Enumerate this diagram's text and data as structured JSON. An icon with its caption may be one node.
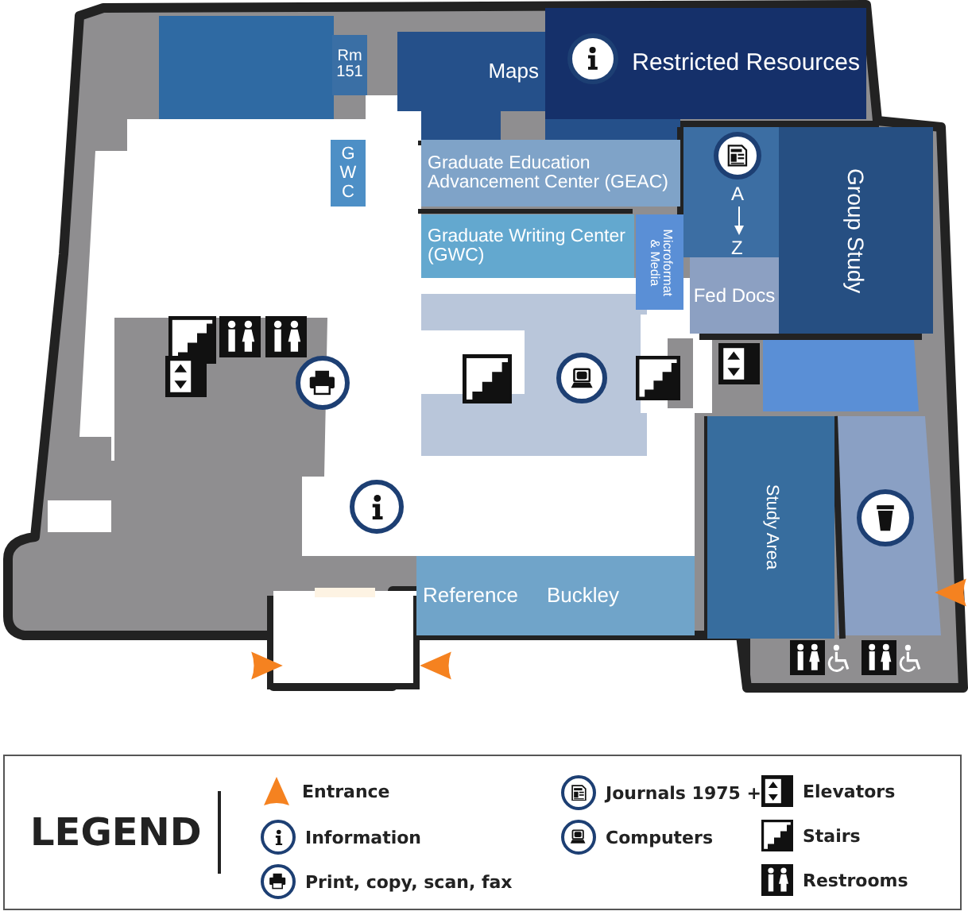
{
  "diagram": {
    "nodes": [
      {
        "text": [
          "Rm 151"
        ]
      },
      {
        "text": [
          "Maps"
        ]
      },
      {
        "text": [
          "Restricted Resources"
        ]
      },
      {
        "text": [
          "GWC"
        ]
      },
      {
        "text": [
          "Graduate Education Advancement Center (GEAC)"
        ]
      },
      {
        "text": [
          "Graduate Writing Center (GWC)"
        ]
      },
      {
        "text": [
          "Microformat & Media"
        ]
      },
      {
        "text": [
          "Fed Docs"
        ]
      },
      {
        "text": [
          "Group Study"
        ]
      },
      {
        "text": [
          "Study Area"
        ]
      },
      {
        "text": [
          "Reference",
          "Buckley"
        ]
      }
    ],
    "labels": [
      "A",
      "Z",
      "LEGEND"
    ],
    "legend": [
      {
        "text": "Entrance"
      },
      {
        "text": "Information"
      },
      {
        "text": "Print, copy, scan, fax"
      },
      {
        "text": "Journals 1975 +"
      },
      {
        "text": "Computers"
      },
      {
        "text": "Elevators"
      },
      {
        "text": "Stairs"
      },
      {
        "text": "Restrooms"
      }
    ]
  }
}
